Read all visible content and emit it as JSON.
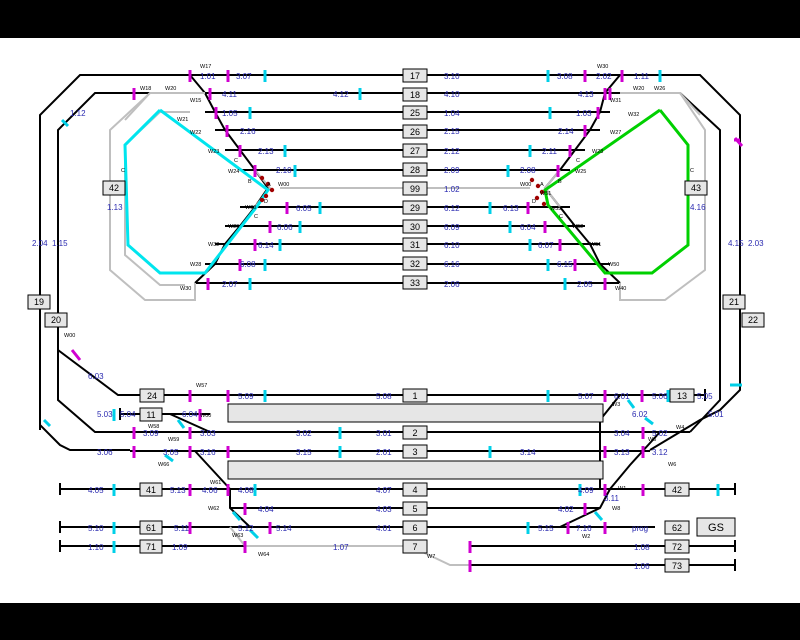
{
  "blocks": {
    "b17": "17",
    "b18": "18",
    "b25": "25",
    "b26": "26",
    "b27": "27",
    "b28": "28",
    "b99": "99",
    "b29": "29",
    "b30": "30",
    "b31": "31",
    "b32": "32",
    "b33": "33",
    "b42": "42",
    "b43": "43",
    "b19": "19",
    "b20": "20",
    "b21": "21",
    "b22": "22",
    "b24": "24",
    "b1": "1",
    "b13": "13",
    "b11": "11",
    "b2": "2",
    "b3": "3",
    "b4": "4",
    "b41": "41",
    "b42b": "42",
    "b5": "5",
    "b6": "6",
    "b61": "61",
    "b62": "62",
    "b71": "71",
    "b7": "7",
    "b72": "72",
    "b73": "73",
    "gs": "GS"
  },
  "section_labels": {
    "l1_01": "1.01",
    "l3_07": "3.07",
    "l3_10": "3.10",
    "l3_08": "3.08",
    "l2_02": "2.02",
    "l1_11": "1.11",
    "l4_11": "4.11",
    "l4_12": "4.12",
    "l4_10": "4.10",
    "l4_13": "4.13",
    "l1_05": "1.05",
    "l1_04": "1.04",
    "l1_03": "1.03",
    "l2_16": "2.16",
    "l2_15": "2.15",
    "l2_14": "2.14",
    "l2_13": "2.13",
    "l2_12": "2.12",
    "l2_11": "2.11",
    "l2_10": "2.10",
    "l2_09": "2.09",
    "l2_08": "2.08",
    "l1_02": "1.02",
    "l6_05": "6.05",
    "l6_12": "6.12",
    "l6_13": "6.13",
    "l6_06": "6.06",
    "l6_09": "6.09",
    "l6_04": "6.04",
    "l6_14": "6.14",
    "l6_10": "6.10",
    "l6_07": "6.07",
    "l6_08": "6.08",
    "l6_16": "6.16",
    "l6_15": "6.15",
    "l2_07": "2.07",
    "l2_06": "2.06",
    "l2_05": "2.05",
    "l1_12": "1.12",
    "l1_13": "1.13",
    "l4_16": "4.16",
    "l2_04": "2.04",
    "l1_15": "1.15",
    "l4_15": "4.15",
    "l2_03": "2.03",
    "l6_03": "6.03",
    "l5_09": "5.09",
    "l5_08": "5.08",
    "l5_07": "5.07",
    "l6_01": "6.01",
    "l5_06": "5.06",
    "l5_05": "5.05",
    "l5_03": "5.03",
    "l5_04": "5.04",
    "l6_04b": "6.04",
    "l6_02": "6.02",
    "l5_01": "5.01",
    "l3_09": "3.09",
    "l3_03": "3.03",
    "l3_02": "3.02",
    "l3_01": "3.01",
    "l3_04": "3.04",
    "l5_02": "5.02",
    "l3_06": "3.06",
    "l3_05": "3.05",
    "l3_16": "3.16",
    "l3_15": "3.15",
    "l2_01": "2.01",
    "l3_14": "3.14",
    "l3_13": "3.13",
    "l3_12": "3.12",
    "l4_05": "4.05",
    "l5_13": "5.13",
    "l4_06": "4.06",
    "l4_08": "4.08",
    "l4_07": "4.07",
    "l4_09": "4.09",
    "l3_11": "3.11",
    "l4_04": "4.04",
    "l4_03": "4.03",
    "l4_02": "4.02",
    "l5_10": "5.10",
    "l5_11": "5.11",
    "l5_12": "5.12",
    "l5_14": "5.14",
    "l4_01": "4.01",
    "l5_15": "5.15",
    "l7_16": "7.16",
    "prog": "prog",
    "l1_10": "1.10",
    "l1_09": "1.09",
    "l1_07": "1.07",
    "l1_08": "1.08",
    "l1_06": "1.06"
  },
  "switch_labels": {
    "w17": "W17",
    "w18": "W18",
    "w20": "W20",
    "w15": "W15",
    "w21": "W21",
    "w22": "W22",
    "w23": "W23",
    "w24": "W24",
    "w00a": "W00",
    "w00b": "W00",
    "w29": "W29",
    "w32": "W32",
    "w28": "W28",
    "w30": "W30",
    "w30r": "W30",
    "w20r": "W20",
    "w26": "W26",
    "w31": "W31",
    "w32r": "W32",
    "w27": "W27",
    "w28r": "W28",
    "w25": "W25",
    "w00r": "W00",
    "w51": "W51",
    "w53": "W53",
    "w52": "W52",
    "w51b": "W51",
    "w50": "W50",
    "w40": "W40",
    "w00l": "W00",
    "w57": "W57",
    "w00m": "W00",
    "w58": "W58",
    "w59": "W59",
    "w66": "W66",
    "w61": "W61",
    "w62": "W62",
    "w63": "W63",
    "w64": "W64",
    "w7": "W7",
    "w3": "W3",
    "w5": "W5",
    "w4": "W4",
    "w6": "W6",
    "w1": "W1",
    "w8": "W8",
    "w2": "W2",
    "a1": "A",
    "b1": "B",
    "c1": "C",
    "d1": "D",
    "c2": "C",
    "cl": "C",
    "a2": "A",
    "b2": "B",
    "c3": "C",
    "d2": "D",
    "c4": "C",
    "cr": "C"
  }
}
